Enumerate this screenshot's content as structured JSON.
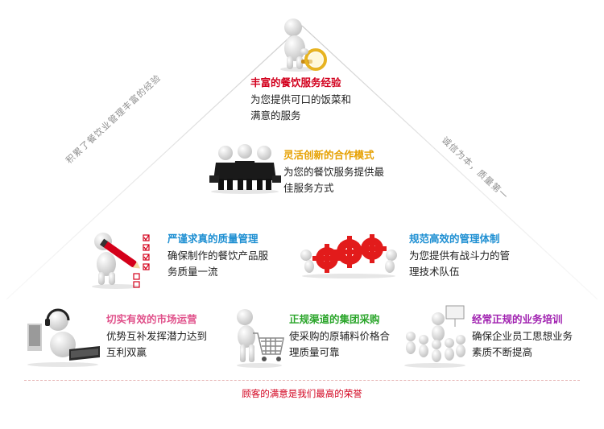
{
  "side_labels": {
    "left": "积累了餐饮业管理丰富的经验",
    "right": "诚信为本，质量第一"
  },
  "blocks": [
    {
      "title": "丰富的餐饮服务经验",
      "color": "#d2001d",
      "desc": [
        "为您提供可口的饭菜和",
        "满意的服务"
      ],
      "icon": "magnifier-figure-icon"
    },
    {
      "title": "灵活创新的合作模式",
      "color": "#e6a000",
      "desc": [
        "为您的餐饮服务提供最",
        "佳服务方式"
      ],
      "icon": "team-figures-icon"
    },
    {
      "title": "严谨求真的质量管理",
      "color": "#1e8fd2",
      "desc": [
        "确保制作的餐饮产品服",
        "务质量一流"
      ],
      "icon": "checklist-figure-icon"
    },
    {
      "title": "规范高效的管理体制",
      "color": "#1e8fd2",
      "desc": [
        "为您提供有战斗力的管",
        "理技术队伍"
      ],
      "icon": "gears-figure-icon"
    },
    {
      "title": "切实有效的市场运营",
      "color": "#e0508a",
      "desc": [
        "优势互补发挥潜力达到",
        "互利双赢"
      ],
      "icon": "headset-figure-icon"
    },
    {
      "title": "正规渠道的集团采购",
      "color": "#2aa52a",
      "desc": [
        "使采购的原辅料价格合",
        "理质量可靠"
      ],
      "icon": "cart-figure-icon"
    },
    {
      "title": "经常正规的业务培训",
      "color": "#a020b0",
      "desc": [
        "确保企业员工思想业务",
        "素质不断提高"
      ],
      "icon": "training-figures-icon"
    }
  ],
  "footer": "顾客的满意是我们最高的荣誉"
}
